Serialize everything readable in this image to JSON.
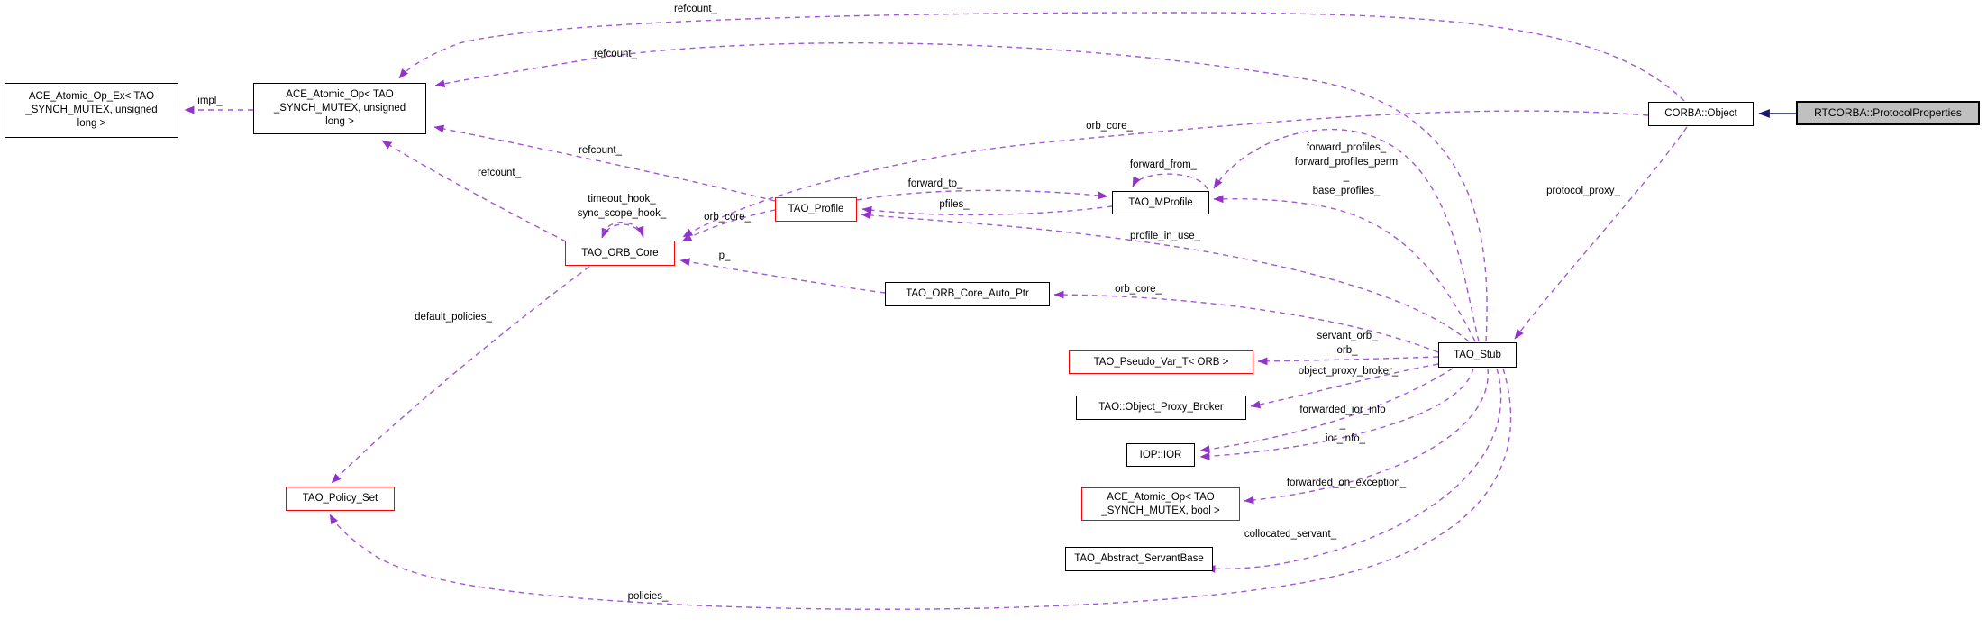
{
  "diagram": {
    "kind": "doxygen-collaboration-graph",
    "main_class": "RTCORBA::ProtocolProperties",
    "edge_color": "#a259d4",
    "arrow_color": "#9333cc",
    "inheritance_color": "#191970",
    "highlight_border_color": "#ff0000",
    "main_node_fill": "#c0c0c0"
  },
  "nodes": {
    "ace_atomic_op_ex_ulong": {
      "label": "ACE_Atomic_Op_Ex< TAO\n_SYNCH_MUTEX, unsigned\nlong >"
    },
    "ace_atomic_op_ulong": {
      "label": "ACE_Atomic_Op< TAO\n_SYNCH_MUTEX, unsigned\nlong >"
    },
    "tao_profile": {
      "label": "TAO_Profile"
    },
    "tao_mprofile": {
      "label": "TAO_MProfile"
    },
    "tao_orb_core": {
      "label": "TAO_ORB_Core"
    },
    "tao_orb_core_auto_ptr": {
      "label": "TAO_ORB_Core_Auto_Ptr"
    },
    "corba_object": {
      "label": "CORBA::Object"
    },
    "rtcorba_protocol_properties": {
      "label": "RTCORBA::ProtocolProperties"
    },
    "tao_stub": {
      "label": "TAO_Stub"
    },
    "tao_pseudo_var": {
      "label": "TAO_Pseudo_Var_T< ORB >"
    },
    "object_proxy_broker": {
      "label": "TAO::Object_Proxy_Broker"
    },
    "iop_ior": {
      "label": "IOP::IOR"
    },
    "ace_atomic_op_bool": {
      "label": "ACE_Atomic_Op< TAO\n_SYNCH_MUTEX, bool >"
    },
    "tao_abstract_servantbase": {
      "label": "TAO_Abstract_ServantBase"
    },
    "tao_policy_set": {
      "label": "TAO_Policy_Set"
    }
  },
  "edges": [
    {
      "from": "ACE_Atomic_Op< TAO_SYNCH_MUTEX, unsigned long >",
      "to": "ACE_Atomic_Op_Ex< TAO_SYNCH_MUTEX, unsigned long >",
      "label": "impl_"
    },
    {
      "from": "CORBA::Object",
      "to": "ACE_Atomic_Op< TAO_SYNCH_MUTEX, unsigned long >",
      "label": "refcount_"
    },
    {
      "from": "TAO_Stub",
      "to": "ACE_Atomic_Op< TAO_SYNCH_MUTEX, unsigned long >",
      "label": "refcount_"
    },
    {
      "from": "TAO_Profile",
      "to": "ACE_Atomic_Op< TAO_SYNCH_MUTEX, unsigned long >",
      "label": "refcount_"
    },
    {
      "from": "TAO_ORB_Core",
      "to": "ACE_Atomic_Op< TAO_SYNCH_MUTEX, unsigned long >",
      "label": "refcount_"
    },
    {
      "from": "TAO_ORB_Core",
      "to": "TAO_ORB_Core",
      "label": "timeout_hook_\nsync_scope_hook_"
    },
    {
      "from": "TAO_Profile",
      "to": "TAO_ORB_Core",
      "label": "orb_core_"
    },
    {
      "from": "CORBA::Object",
      "to": "TAO_ORB_Core",
      "label": "orb_core_"
    },
    {
      "from": "TAO_Profile",
      "to": "TAO_MProfile",
      "label": "forward_to_"
    },
    {
      "from": "TAO_MProfile",
      "to": "TAO_Profile",
      "label": "pfiles_"
    },
    {
      "from": "TAO_MProfile",
      "to": "TAO_MProfile",
      "label": "forward_from_"
    },
    {
      "from": "TAO_Stub",
      "to": "TAO_MProfile",
      "label": "forward_profiles_\nforward_profiles_perm\n_"
    },
    {
      "from": "TAO_Stub",
      "to": "TAO_MProfile",
      "label": "base_profiles_"
    },
    {
      "from": "TAO_Stub",
      "to": "TAO_Profile",
      "label": "profile_in_use_"
    },
    {
      "from": "TAO_ORB_Core_Auto_Ptr",
      "to": "TAO_ORB_Core",
      "label": "p_"
    },
    {
      "from": "TAO_Stub",
      "to": "TAO_ORB_Core_Auto_Ptr",
      "label": "orb_core_"
    },
    {
      "from": "TAO_Stub",
      "to": "TAO_Pseudo_Var_T< ORB >",
      "label": "servant_orb_\norb_"
    },
    {
      "from": "TAO_Stub",
      "to": "TAO::Object_Proxy_Broker",
      "label": "object_proxy_broker_"
    },
    {
      "from": "TAO_Stub",
      "to": "IOP::IOR",
      "label": "forwarded_ior_info\n_"
    },
    {
      "from": "TAO_Stub",
      "to": "IOP::IOR",
      "label": "ior_info_"
    },
    {
      "from": "TAO_Stub",
      "to": "ACE_Atomic_Op< TAO_SYNCH_MUTEX, bool >",
      "label": "forwarded_on_exception_"
    },
    {
      "from": "TAO_Stub",
      "to": "TAO_Abstract_ServantBase",
      "label": "collocated_servant_"
    },
    {
      "from": "TAO_ORB_Core",
      "to": "TAO_Policy_Set",
      "label": "default_policies_"
    },
    {
      "from": "TAO_Stub",
      "to": "TAO_Policy_Set",
      "label": "policies_"
    },
    {
      "from": "CORBA::Object",
      "to": "TAO_Stub",
      "label": "protocol_proxy_"
    },
    {
      "from": "RTCORBA::ProtocolProperties",
      "to": "CORBA::Object",
      "label": "",
      "type": "public-inheritance"
    }
  ]
}
